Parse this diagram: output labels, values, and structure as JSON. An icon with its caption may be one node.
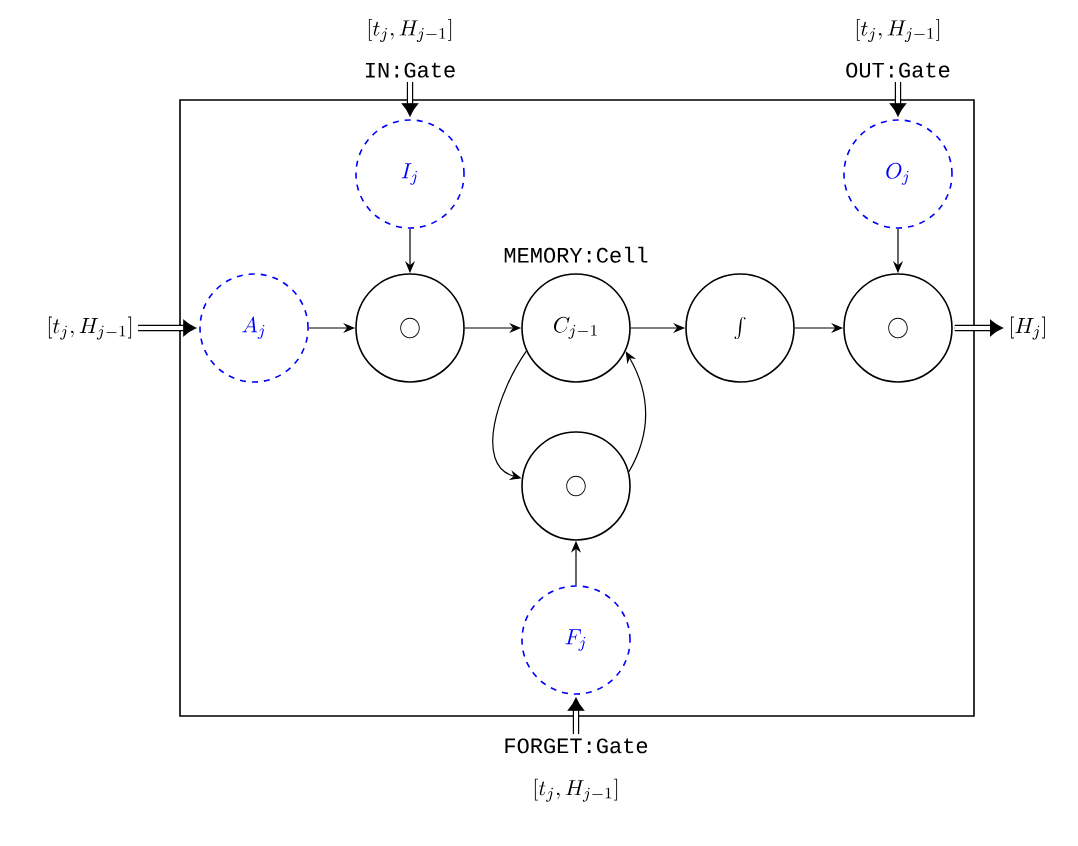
{
  "diagram": {
    "nodes": [
      {
        "text": [],
        "shape": "box"
      },
      {
        "text": [
          "[t_j, H_{j-1}]"
        ]
      },
      {
        "text": [
          "A_j"
        ],
        "in": 0
      },
      {
        "text": [
          "I_j"
        ],
        "in": 0
      },
      {
        "text": [
          "O_j"
        ],
        "in": 0
      },
      {
        "text": [
          "\\bigcirc"
        ],
        "in": 0
      },
      {
        "text": [
          "C_{j-1}"
        ],
        "in": 0,
        "beside": [
          "MEMORY:Cell"
        ]
      },
      {
        "text": [
          "\\int"
        ],
        "in": 0
      },
      {
        "text": [
          "\\bigcirc"
        ],
        "in": 0
      },
      {
        "text": [
          "\\bigcirc"
        ],
        "in": 0
      },
      {
        "text": [
          "F_j"
        ],
        "in": 0
      },
      {
        "text": [
          "[H_j]"
        ]
      },
      {
        "text": [
          "[t_j, H_{j-1}]",
          "IN:Gate"
        ]
      },
      {
        "text": [
          "[t_j, H_{j-1}]",
          "OUT:Gate"
        ]
      },
      {
        "text": [
          "FORGET:Gate",
          "[t_j, H_{j-1}]"
        ]
      }
    ],
    "edges": [
      {
        "from": 1,
        "to": 2,
        "arrow": "to",
        "style": "thick"
      },
      {
        "from": 2,
        "to": 5,
        "arrow": "to"
      },
      {
        "from": 3,
        "to": 5,
        "arrow": "to"
      },
      {
        "from": 5,
        "to": 6,
        "arrow": "to"
      },
      {
        "from": 6,
        "to": 7,
        "arrow": "to"
      },
      {
        "from": 7,
        "to": 8,
        "arrow": "to"
      },
      {
        "from": 4,
        "to": 8,
        "arrow": "to"
      },
      {
        "from": 8,
        "to": 11,
        "arrow": "to",
        "style": "thick"
      },
      {
        "from": 12,
        "to": 3,
        "arrow": "to",
        "style": "thick"
      },
      {
        "from": 13,
        "to": 4,
        "arrow": "to",
        "style": "thick"
      },
      {
        "from": 14,
        "to": 10,
        "arrow": "to",
        "style": "thick"
      },
      {
        "from": 6,
        "to": 9,
        "arrow": "to"
      },
      {
        "from": 9,
        "to": 6,
        "arrow": "to"
      },
      {
        "from": 10,
        "to": 9,
        "arrow": "to"
      }
    ]
  }
}
